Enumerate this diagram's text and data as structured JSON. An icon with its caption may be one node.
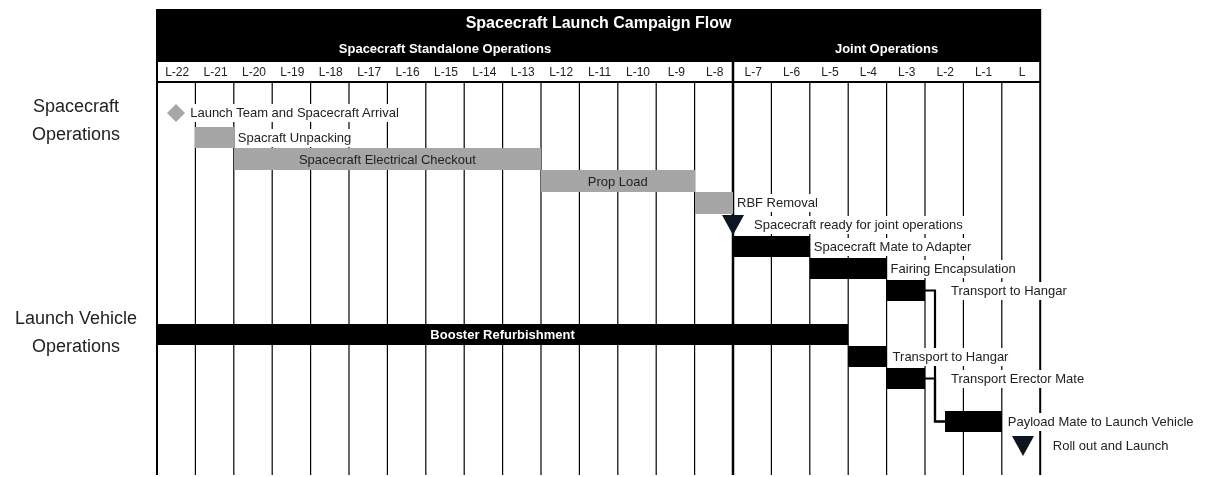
{
  "diagram": {
    "title": "Spacecraft Launch Campaign Flow",
    "nodes": [
      {
        "text": [],
        "shape": "diamond",
        "beside": [
          "Launch Team and Spacecraft Arrival"
        ]
      },
      {
        "text": [],
        "shape": "bar",
        "beside": [
          "Spacraft Unpacking"
        ]
      },
      {
        "text": [
          "Spacecraft Electrical Checkout"
        ]
      },
      {
        "text": [
          "Prop Load"
        ]
      },
      {
        "text": [],
        "shape": "bar",
        "beside": [
          "RBF Removal"
        ]
      },
      {
        "text": [],
        "shape": "triangle",
        "beside": [
          "Spacecraft ready for joint operations"
        ]
      },
      {
        "text": [],
        "shape": "bar",
        "beside": [
          "Spacecraft Mate to Adapter"
        ]
      },
      {
        "text": [],
        "shape": "bar",
        "beside": [
          "Fairing Encapsulation"
        ]
      },
      {
        "text": [],
        "shape": "bar",
        "beside": [
          "Transport to Hangar"
        ]
      },
      {
        "text": [
          "Booster Refurbishment"
        ]
      },
      {
        "text": [],
        "shape": "bar",
        "beside": [
          "Transport to Hangar"
        ]
      },
      {
        "text": [],
        "shape": "bar",
        "beside": [
          "Transport Erector Mate"
        ]
      },
      {
        "text": [],
        "shape": "bar",
        "beside": [
          "Payload Mate to Launch Vehicle"
        ]
      },
      {
        "text": [],
        "shape": "triangle",
        "beside": [
          "Roll out and Launch"
        ]
      }
    ],
    "edges": [
      {
        "from": 8,
        "to": 12,
        "arrow": "none"
      },
      {
        "from": 11,
        "to": 12,
        "arrow": "none"
      }
    ],
    "labels": [
      "Spacecraft Standalone Operations",
      "Joint Operations",
      "L-22",
      "L-21",
      "L-20",
      "L-19",
      "L-18",
      "L-17",
      "L-16",
      "L-15",
      "L-14",
      "L-13",
      "L-12",
      "L-11",
      "L-10",
      "L-9",
      "L-8",
      "L-7",
      "L-6",
      "L-5",
      "L-4",
      "L-3",
      "L-2",
      "L-1",
      "L",
      "Spacecraft Operations",
      "Launch Vehicle Operations"
    ]
  }
}
